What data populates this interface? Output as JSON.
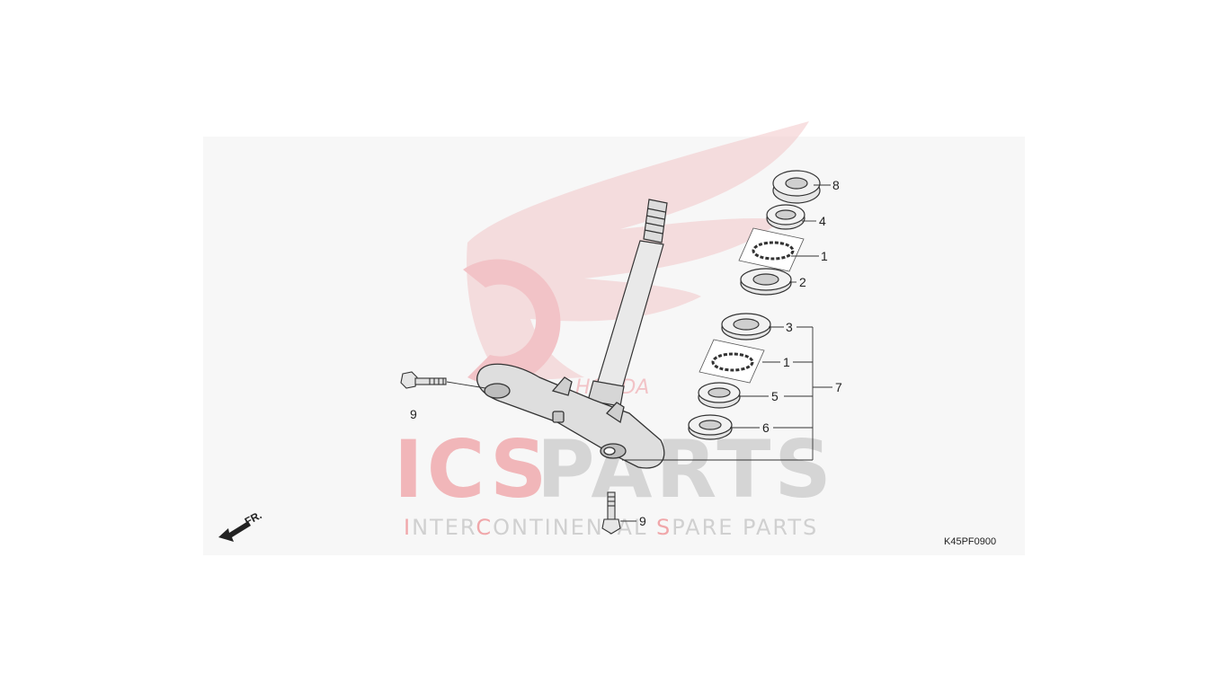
{
  "watermark": {
    "brand_left": "ICS",
    "brand_right": "PARTS",
    "tagline": [
      {
        "text": "I",
        "accent": true
      },
      {
        "text": "NTER",
        "accent": false
      },
      {
        "text": "C",
        "accent": true
      },
      {
        "text": "ONTINENTAL ",
        "accent": false
      },
      {
        "text": "S",
        "accent": true
      },
      {
        "text": "PARE PARTS",
        "accent": false
      }
    ],
    "logo_text": "HONDA",
    "colors": {
      "accent": "#e8343a",
      "gray": "#b9b9b9",
      "wing": "#f2c6c8"
    }
  },
  "diagram": {
    "code": "K45PF0900",
    "front_label": "FR.",
    "callouts": {
      "c8": "8",
      "c4": "4",
      "c1a": "1",
      "c2": "2",
      "c3": "3",
      "c1b": "1",
      "c5": "5",
      "c6": "6",
      "c7": "7",
      "c9a": "9",
      "c9b": "9"
    }
  }
}
